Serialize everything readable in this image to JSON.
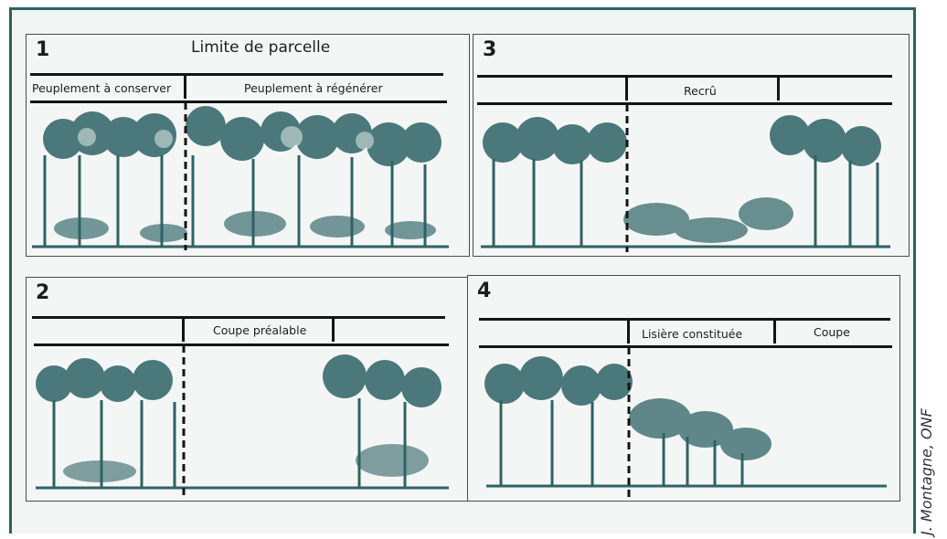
{
  "panels": [
    {
      "number": "1",
      "title": "Limite de parcelle",
      "labels": [
        "Peuplement à conserver",
        "Peuplement à régénérer"
      ]
    },
    {
      "number": "2",
      "labels": [
        "Coupe préalable"
      ]
    },
    {
      "number": "3",
      "labels": [
        "Recrû"
      ]
    },
    {
      "number": "4",
      "labels": [
        "Lisière constituée",
        "Coupe"
      ]
    }
  ],
  "credit": "J. Montagne, ONF",
  "colors": {
    "canopy": "#2e6365",
    "ink": "#141414",
    "background": "#f2f5f4",
    "frame": "#2f6063"
  }
}
